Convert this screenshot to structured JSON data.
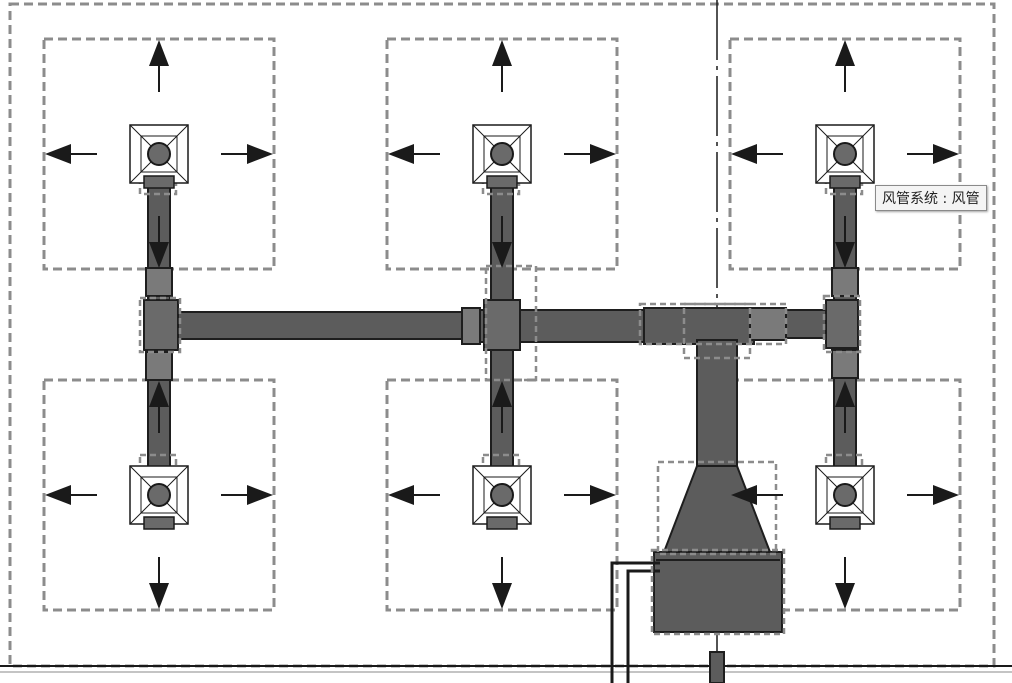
{
  "tooltip": {
    "text": "风管系统 : 风管"
  },
  "colors": {
    "duct_fill": "#5c5c5c",
    "duct_edge": "#1e1e1e",
    "highlight_dash": "#8c8c8c",
    "line": "#1a1a1a",
    "background": "#ffffff"
  },
  "icons": {
    "diffuser": "square-diffuser-icon",
    "flow_arrow": "triangle-arrow-icon",
    "fan": "fan-unit-icon"
  },
  "diffusers": [
    {
      "id": "diffuser-top-left"
    },
    {
      "id": "diffuser-top-center"
    },
    {
      "id": "diffuser-top-right"
    },
    {
      "id": "diffuser-bottom-left"
    },
    {
      "id": "diffuser-bottom-center"
    },
    {
      "id": "diffuser-bottom-right"
    }
  ]
}
